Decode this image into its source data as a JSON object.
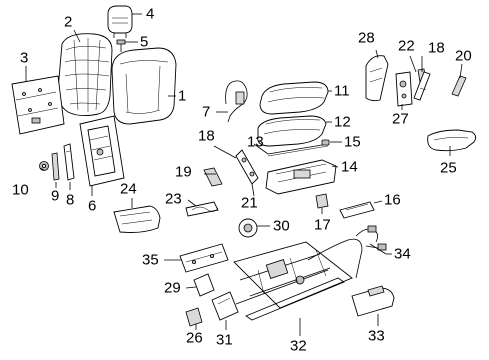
{
  "diagram": {
    "callouts": [
      {
        "id": "c1",
        "label": "1"
      },
      {
        "id": "c2",
        "label": "2"
      },
      {
        "id": "c3",
        "label": "3"
      },
      {
        "id": "c4",
        "label": "4"
      },
      {
        "id": "c5",
        "label": "5"
      },
      {
        "id": "c6",
        "label": "6"
      },
      {
        "id": "c7",
        "label": "7"
      },
      {
        "id": "c8",
        "label": "8"
      },
      {
        "id": "c9",
        "label": "9"
      },
      {
        "id": "c10",
        "label": "10"
      },
      {
        "id": "c11",
        "label": "11"
      },
      {
        "id": "c12",
        "label": "12"
      },
      {
        "id": "c13",
        "label": "13"
      },
      {
        "id": "c14",
        "label": "14"
      },
      {
        "id": "c15",
        "label": "15"
      },
      {
        "id": "c16",
        "label": "16"
      },
      {
        "id": "c17",
        "label": "17"
      },
      {
        "id": "c18a",
        "label": "18"
      },
      {
        "id": "c18b",
        "label": "18"
      },
      {
        "id": "c19",
        "label": "19"
      },
      {
        "id": "c20",
        "label": "20"
      },
      {
        "id": "c21",
        "label": "21"
      },
      {
        "id": "c22",
        "label": "22"
      },
      {
        "id": "c23",
        "label": "23"
      },
      {
        "id": "c24",
        "label": "24"
      },
      {
        "id": "c25",
        "label": "25"
      },
      {
        "id": "c26",
        "label": "26"
      },
      {
        "id": "c27",
        "label": "27"
      },
      {
        "id": "c28",
        "label": "28"
      },
      {
        "id": "c29",
        "label": "29"
      },
      {
        "id": "c30",
        "label": "30"
      },
      {
        "id": "c31",
        "label": "31"
      },
      {
        "id": "c32",
        "label": "32"
      },
      {
        "id": "c33",
        "label": "33"
      },
      {
        "id": "c34",
        "label": "34"
      },
      {
        "id": "c35",
        "label": "35"
      }
    ]
  }
}
